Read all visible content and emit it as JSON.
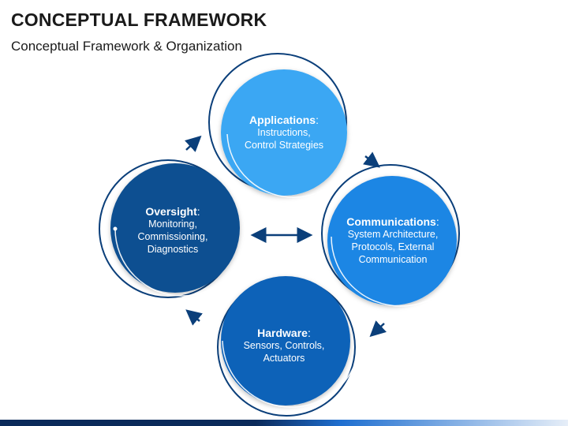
{
  "title": "CONCEPTUAL FRAMEWORK",
  "subtitle": "Conceptual Framework & Organization",
  "nodes": {
    "applications": {
      "heading": "Applications",
      "lines": [
        "Instructions,",
        "Control Strategies"
      ],
      "color": "#3ba7f3"
    },
    "communications": {
      "heading": "Communications",
      "lines": [
        "System Architecture,",
        "Protocols, External",
        "Communication"
      ],
      "color": "#1d86e4"
    },
    "hardware": {
      "heading": "Hardware",
      "lines": [
        "Sensors, Controls,",
        "Actuators"
      ],
      "color": "#0d62b8"
    },
    "oversight": {
      "heading": "Oversight",
      "lines": [
        "Monitoring,",
        "Commissioning,",
        "Diagnostics"
      ],
      "color": "#0b4f91"
    }
  },
  "colors": {
    "outline": "#0b3f7a",
    "arrow": "#0b3f7a",
    "text": "#ffffff"
  },
  "icons": [
    "cycle-arrow-icon",
    "double-arrow-icon"
  ]
}
